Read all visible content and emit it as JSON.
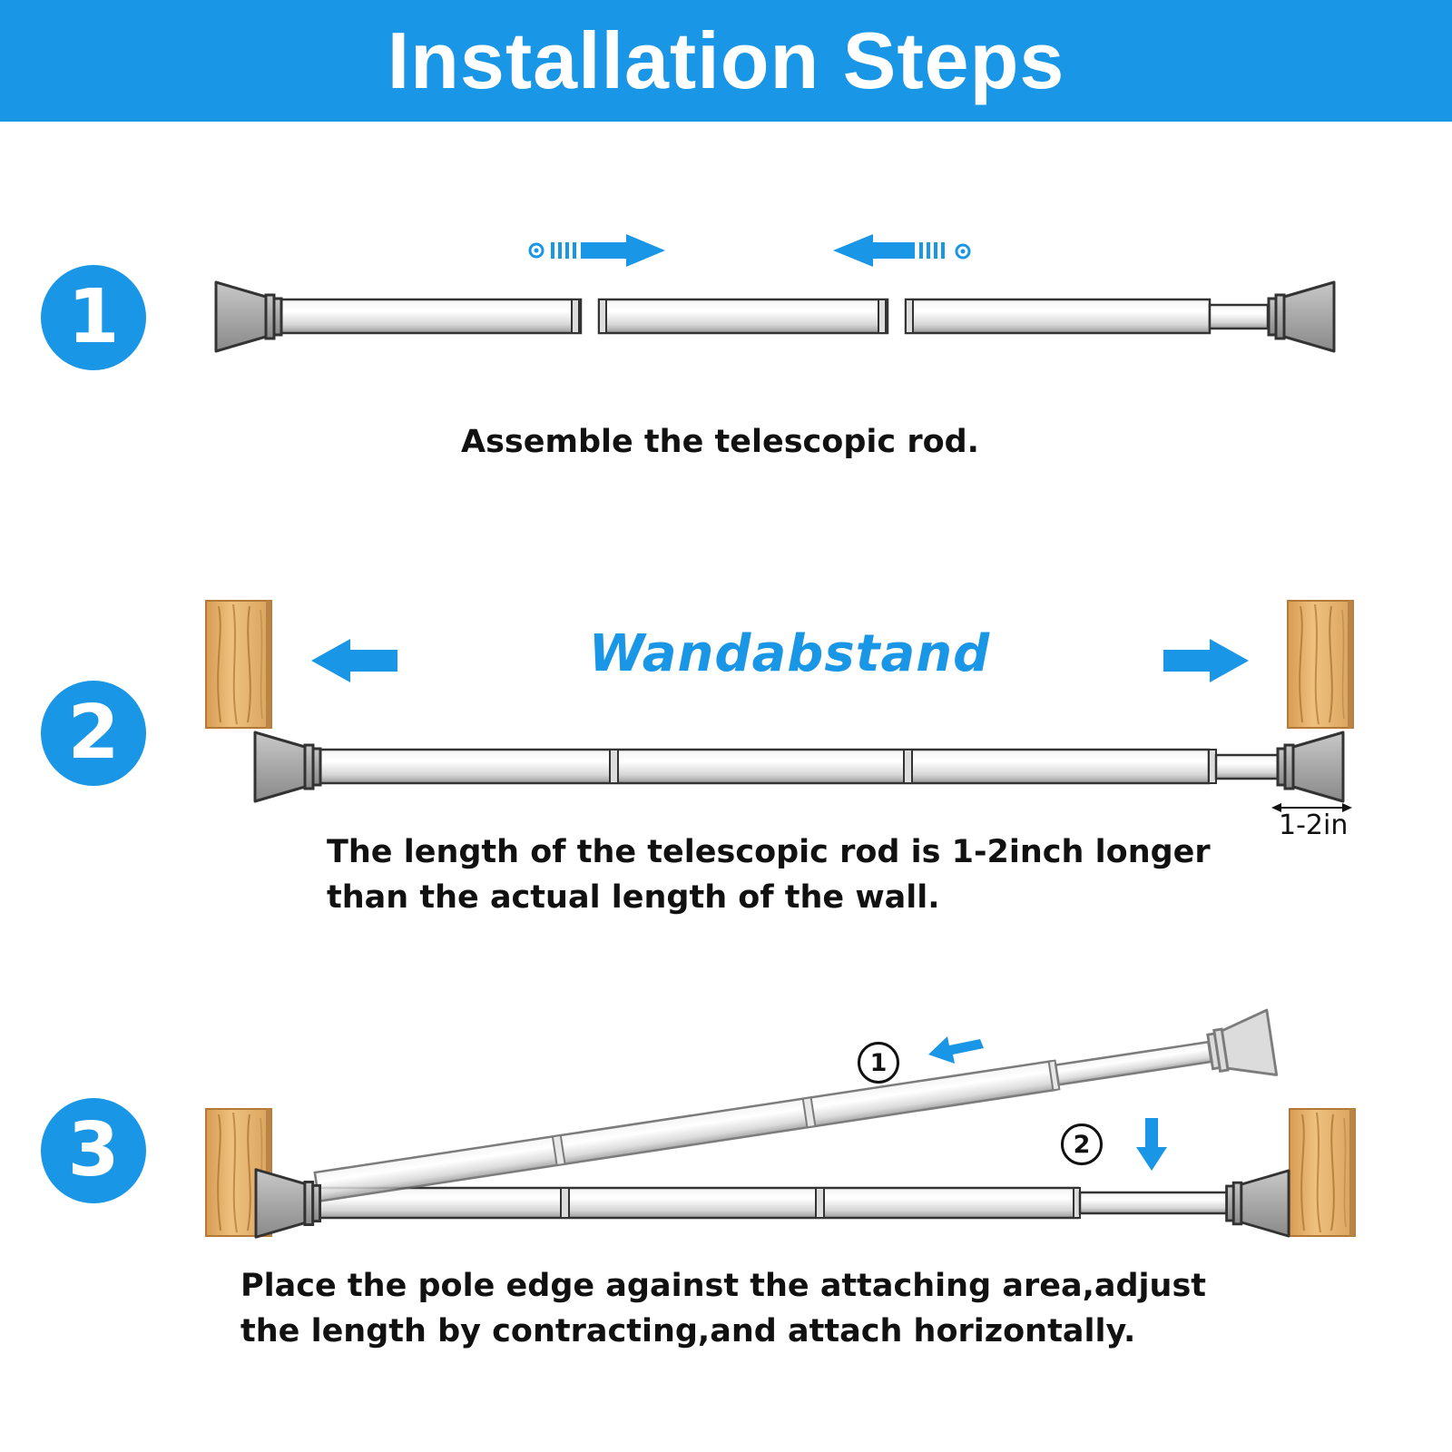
{
  "header": {
    "title": "Installation Steps"
  },
  "colors": {
    "accent": "#1a96e6",
    "wood": "#e2b06b",
    "metal": "#b5b5b5"
  },
  "steps": [
    {
      "number": "1",
      "caption": "Assemble the telescopic rod."
    },
    {
      "number": "2",
      "label": "Wandabstand",
      "gap_label": "1-2in",
      "caption_line1": "The length of the telescopic rod is 1-2inch longer",
      "caption_line2": "than the actual length of the wall."
    },
    {
      "number": "3",
      "sub_step_1": "1",
      "sub_step_2": "2",
      "caption_line1": "Place the pole edge against the attaching area,adjust",
      "caption_line2": "the length by contracting,and attach horizontally."
    }
  ],
  "icons": [
    "arrow-right-icon",
    "arrow-left-icon",
    "arrow-down-icon",
    "wood-block-icon",
    "rod-end-cap-icon"
  ]
}
